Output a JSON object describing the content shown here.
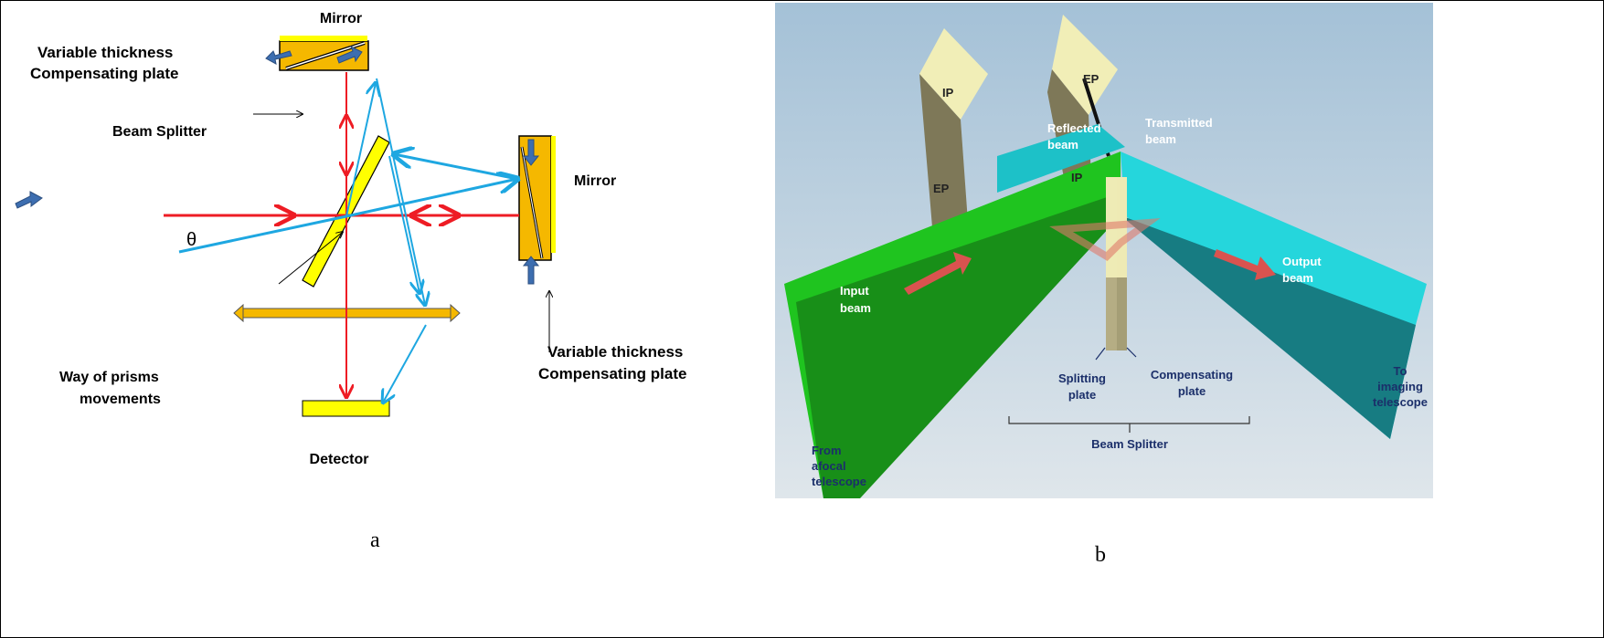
{
  "panel_a": {
    "mirror_top": "Mirror",
    "mirror_right": "Mirror",
    "plate_top": [
      "Variable thickness",
      "Compensating plate"
    ],
    "plate_right": [
      "Variable thickness",
      "Compensating plate"
    ],
    "beam_splitter": "Beam Splitter",
    "theta": "θ",
    "detector": "Detector",
    "legend": [
      "Way of prisms",
      "movements"
    ],
    "caption": "a"
  },
  "panel_b": {
    "ip_left": "IP",
    "ep_left": "EP",
    "ep_right": "EP",
    "ip_right": "IP",
    "reflected": [
      "Reflected",
      "beam"
    ],
    "transmitted": [
      "Transmitted",
      "beam"
    ],
    "input": [
      "Input",
      "beam"
    ],
    "output": [
      "Output",
      "beam"
    ],
    "splitting": [
      "Splitting",
      "plate"
    ],
    "compensating": [
      "Compensating",
      "plate"
    ],
    "to_imaging": [
      "To",
      "imaging",
      "telescope"
    ],
    "from_afocal": [
      "From",
      "afocal",
      "telescope"
    ],
    "beam_splitter": "Beam Splitter",
    "caption": "b"
  },
  "colors": {
    "red": "#ee1c24",
    "blue": "#1ea7e1",
    "yellow": "#ffff00",
    "orange": "#f5b800",
    "arrow": "#3d6eb0",
    "green": "#1fc41f",
    "cyan": "#22d8dd",
    "bg": "#a9c4d6"
  }
}
